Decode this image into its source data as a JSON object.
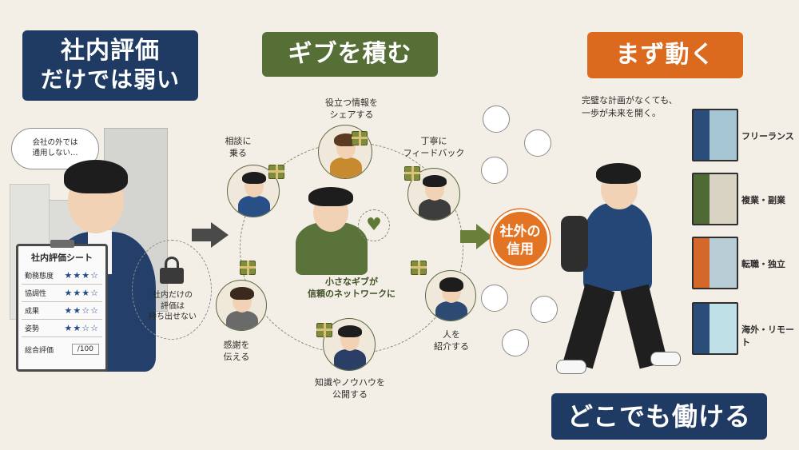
{
  "left": {
    "banner_line1": "社内評価",
    "banner_line2": "だけでは弱い",
    "thought": "会社の外では\n通用しない…",
    "sheet_title": "社内評価シート",
    "sheet_rows": [
      {
        "label": "勤務態度",
        "stars": "★★★☆"
      },
      {
        "label": "協調性",
        "stars": "★★★☆"
      },
      {
        "label": "成果",
        "stars": "★★☆☆"
      },
      {
        "label": "姿勢",
        "stars": "★★☆☆"
      }
    ],
    "sheet_total_label": "総合評価",
    "sheet_total_value": "/100",
    "lock_text": "社内だけの\n評価は\n持ち出せない"
  },
  "middle": {
    "banner": "ギブを積む",
    "labels": {
      "share": "役立つ情報を\nシェアする",
      "consult": "相談に\n乗る",
      "feedback": "丁寧に\nフィードバック",
      "thanks": "感謝を\n伝える",
      "introduce": "人を\n紹介する",
      "publish": "知識やノウハウを\n公開する",
      "center": "小さなギブが\n信頼のネットワークに"
    }
  },
  "right": {
    "banner": "まず動く",
    "quote": "完璧な計画がなくても、\n一歩が未来を開く。",
    "credit": "社外の\n信用",
    "doors": [
      "フリーランス",
      "複業・副業",
      "転職・独立",
      "海外・リモート"
    ],
    "bottom_banner": "どこでも働ける"
  },
  "colors": {
    "navy": "#1f3a63",
    "green": "#566f36",
    "orange": "#dc6a1e",
    "background": "#f4efe6"
  }
}
